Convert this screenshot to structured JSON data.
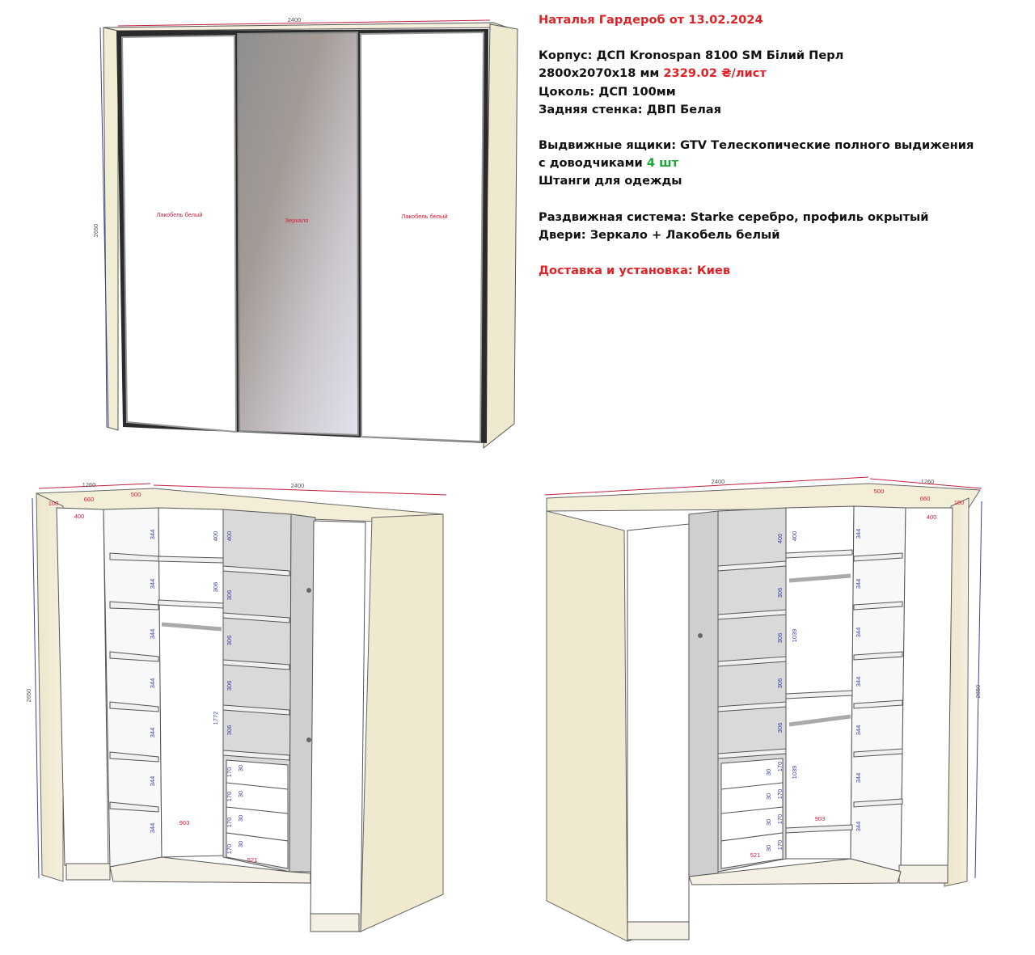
{
  "specs": {
    "title": "Наталья Гардероб от 13.02.2024",
    "body_label": "Корпус: ДСП Kronospan 8100 SM Білий Перл",
    "sheet_size": "2800х2070х18 мм",
    "sheet_price": "2329.02 ₴/лист",
    "plinth": "Цоколь: ДСП 100мм",
    "back_wall": "Задняя стенка: ДВП Белая",
    "drawers_line1": "Выдвижные ящики: GTV Телескопические полного выдижения",
    "drawers_line2": "с доводчиками",
    "drawers_count": "4 шт",
    "rails": "Штанги для одежды",
    "sliding_system": "Раздвижная система:  Starke серебро, профиль окрытый",
    "doors": "Двери: Зеркало + Лакобель белый",
    "delivery": "Доставка и установка: Киев"
  },
  "front_view": {
    "width_dim": "2400",
    "height_dim": "2650",
    "door_left_label": "Лакобель белый",
    "door_center_label": "Зеркало",
    "door_right_label": "Лакобель белый"
  },
  "left_view": {
    "depth_total": "1260",
    "width_total": "2400",
    "height_total": "2650",
    "depth_plinth": "100",
    "depth_mid": "660",
    "depth_inner": "500",
    "side_depth": "400",
    "shelf_gaps": [
      "344",
      "344",
      "344",
      "344",
      "344",
      "344",
      "344"
    ],
    "top_compartment": "400",
    "rod_gap": "306",
    "hanging_height": "1772",
    "hanging_width": "903",
    "right_shelf_gaps": [
      "400",
      "306",
      "306",
      "306",
      "306"
    ],
    "drawer_heights": [
      "170",
      "170",
      "170",
      "170"
    ],
    "drawer_gaps": [
      "30",
      "30",
      "30",
      "30"
    ],
    "drawer_width": "521"
  },
  "right_view": {
    "width_total": "2400",
    "depth_total": "1260",
    "height_total": "2650",
    "depth_inner": "500",
    "depth_mid": "660",
    "depth_plinth": "100",
    "side_depth": "400",
    "shelf_gaps": [
      "400",
      "306",
      "306",
      "306",
      "306"
    ],
    "drawer_heights": [
      "170",
      "170",
      "170",
      "170"
    ],
    "drawer_gaps": [
      "30",
      "30",
      "30",
      "30"
    ],
    "drawer_width": "521",
    "hanging_upper": "1039",
    "hanging_lower": "1039",
    "hanging_width": "903",
    "right_shelf_gaps": [
      "344",
      "344",
      "344",
      "344",
      "344",
      "344",
      "344"
    ]
  },
  "colors": {
    "title_red": "#e02227",
    "price_red": "#e02227",
    "count_green": "#19a838",
    "carcass_beige": "#f2edd6",
    "dim_red": "#d61d3a",
    "dim_blue": "#3b3fa8"
  }
}
